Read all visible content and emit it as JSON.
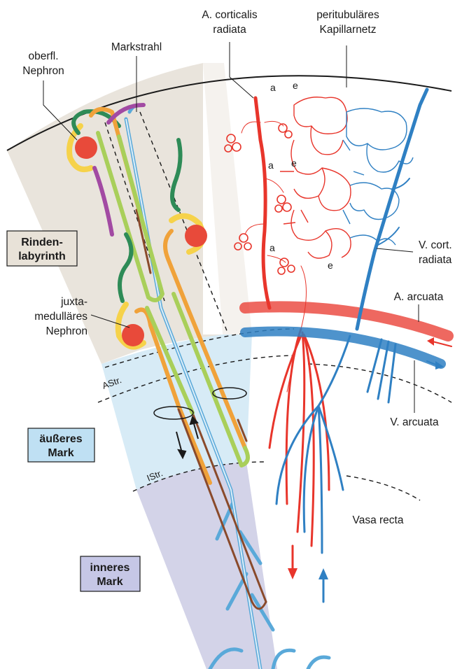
{
  "labels": {
    "oberfl_1": "oberfl.",
    "oberfl_2": "Nephron",
    "markstrahl": "Markstrahl",
    "a_cort_1": "A. corticalis",
    "a_cort_2": "radiata",
    "peritub_1": "peritubuläres",
    "peritub_2": "Kapillarnetz",
    "juxta_1": "juxta-",
    "juxta_2": "medulläres",
    "juxta_3": "Nephron",
    "v_cort_1": "V. cort.",
    "v_cort_2": "radiata",
    "a_arcuata": "A. arcuata",
    "v_arcuata": "V. arcuata",
    "vasa_recta": "Vasa recta",
    "astr": "AStr.",
    "istr": "IStr.",
    "a": "a",
    "e": "e"
  },
  "zones": {
    "rinde_1": "Rinden-",
    "rinde_2": "labyrinth",
    "aeusseres_1": "äußeres",
    "aeusseres_2": "Mark",
    "inneres_1": "inneres",
    "inneres_2": "Mark"
  },
  "colors": {
    "cortex": "#e9e4dc",
    "outer_medulla": "#d7ebf6",
    "inner_medulla": "#d3d3e8",
    "artery": "#e8352b",
    "vein": "#2f80c3",
    "collecting_duct": "#5aa9d9",
    "proximal_straight": "#f0a23a",
    "thin_limb": "#8a4a2b",
    "thick_ascending": "#a9cf5a",
    "distal_convoluted": "#2e8b57",
    "connecting": "#a24aa3",
    "glomerulus_capsule": "#f6d24a",
    "glomerulus": "#e84a3a",
    "box_rinde": "#e8e2d8",
    "box_aeusseres": "#bfe0f3",
    "box_inneres": "#c6c7e6"
  }
}
